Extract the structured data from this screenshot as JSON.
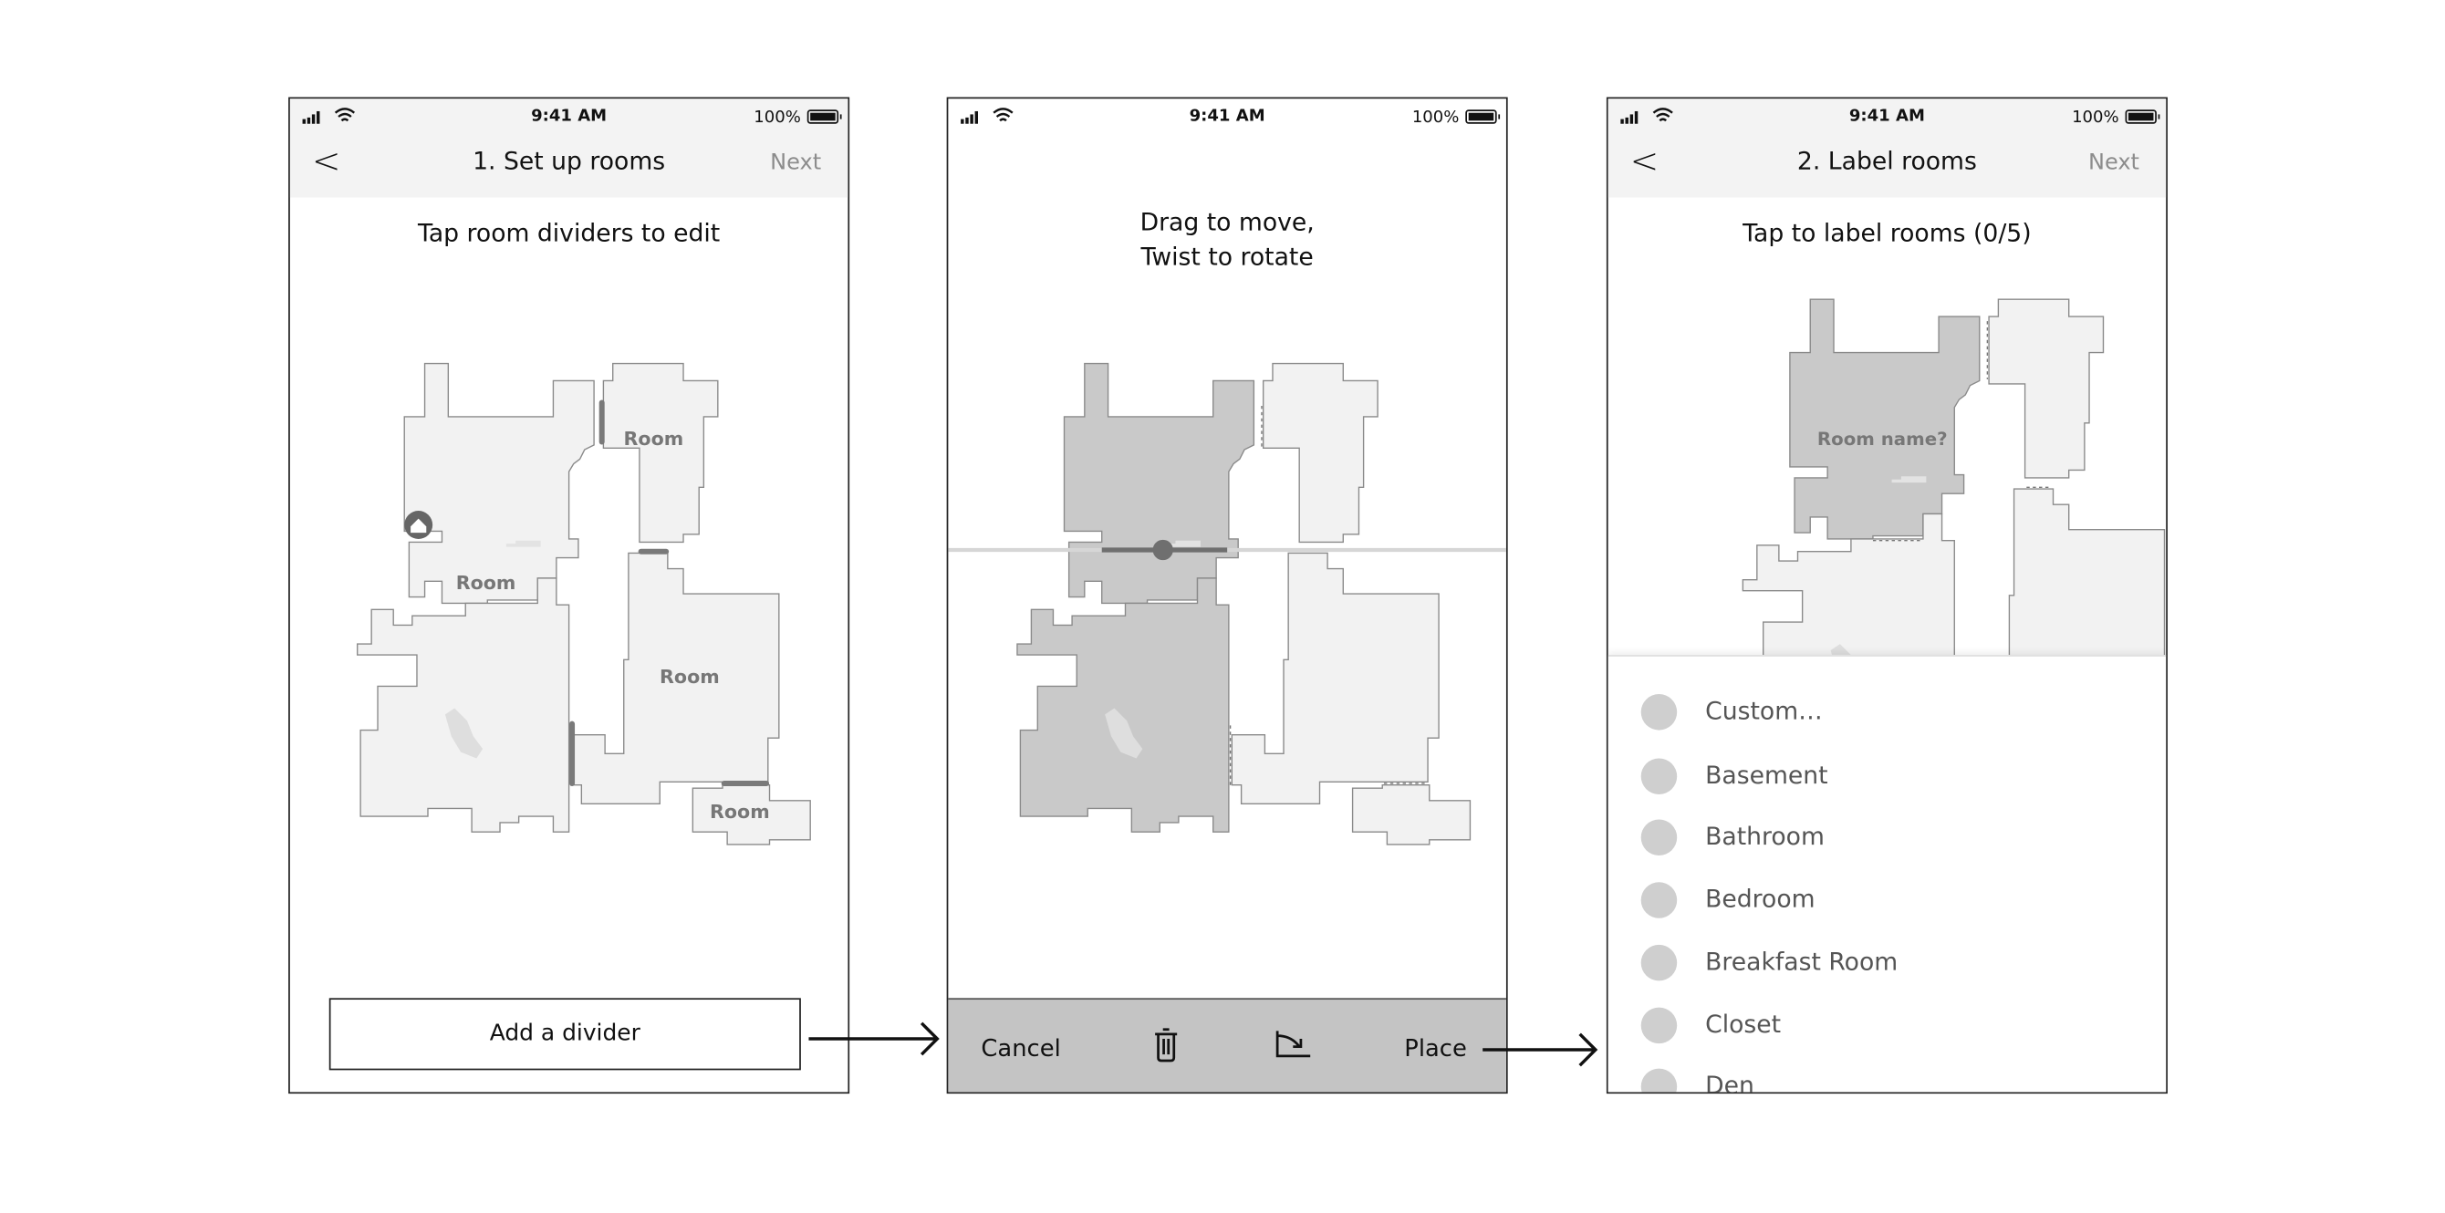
{
  "status_bar": {
    "time": "9:41 AM",
    "battery": "100%"
  },
  "screen1": {
    "title": "1. Set up rooms",
    "back_icon": "chevron-left-icon",
    "next_label": "Next",
    "instruction": "Tap room dividers to edit",
    "room_labels": [
      "Room",
      "Room",
      "Room",
      "Room"
    ],
    "add_divider_label": "Add a divider"
  },
  "screen2": {
    "instruction_line1": "Drag to move,",
    "instruction_line2": "Twist to rotate",
    "toolbar": {
      "cancel_label": "Cancel",
      "delete_icon": "trash-icon",
      "rotate_icon": "rotate-icon",
      "place_label": "Place"
    }
  },
  "screen3": {
    "title": "2. Label rooms",
    "next_label": "Next",
    "instruction": "Tap to label rooms (0/5)",
    "room_prompt": "Room name?",
    "room_options": [
      "Custom…",
      "Basement",
      "Bathroom",
      "Bedroom",
      "Breakfast Room",
      "Closet",
      "Den"
    ]
  },
  "colors": {
    "room_fill": "#f2f2f2",
    "selected_room_fill": "#c9c9c9",
    "divider": "#7a7a7a",
    "toolbar": "#c4c4c4",
    "header": "#f3f3f3"
  }
}
